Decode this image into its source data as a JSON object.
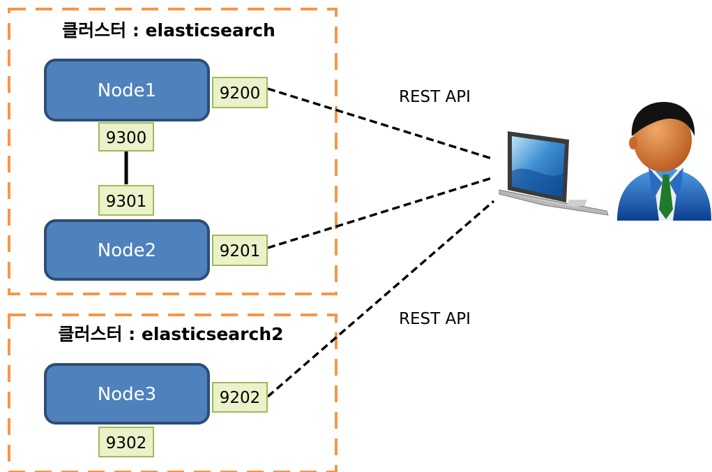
{
  "clusters": [
    {
      "title": "클러스터 : elasticsearch"
    },
    {
      "title": "클러스터 : elasticsearch2"
    }
  ],
  "nodes": [
    {
      "label": "Node1",
      "http_port": "9200",
      "transport_port": "9300"
    },
    {
      "label": "Node2",
      "http_port": "9201",
      "transport_port": "9301"
    },
    {
      "label": "Node3",
      "http_port": "9202",
      "transport_port": "9302"
    }
  ],
  "api_labels": [
    "REST API",
    "REST API"
  ],
  "colors": {
    "cluster_border": "#f79646",
    "node_fill": "#4f81bd",
    "node_border": "#2c4d75",
    "port_fill": "#ebf1c9",
    "port_border": "#9bbb59",
    "connection": "#000000"
  },
  "icons": {
    "client": "laptop-icon",
    "user": "user-icon"
  }
}
